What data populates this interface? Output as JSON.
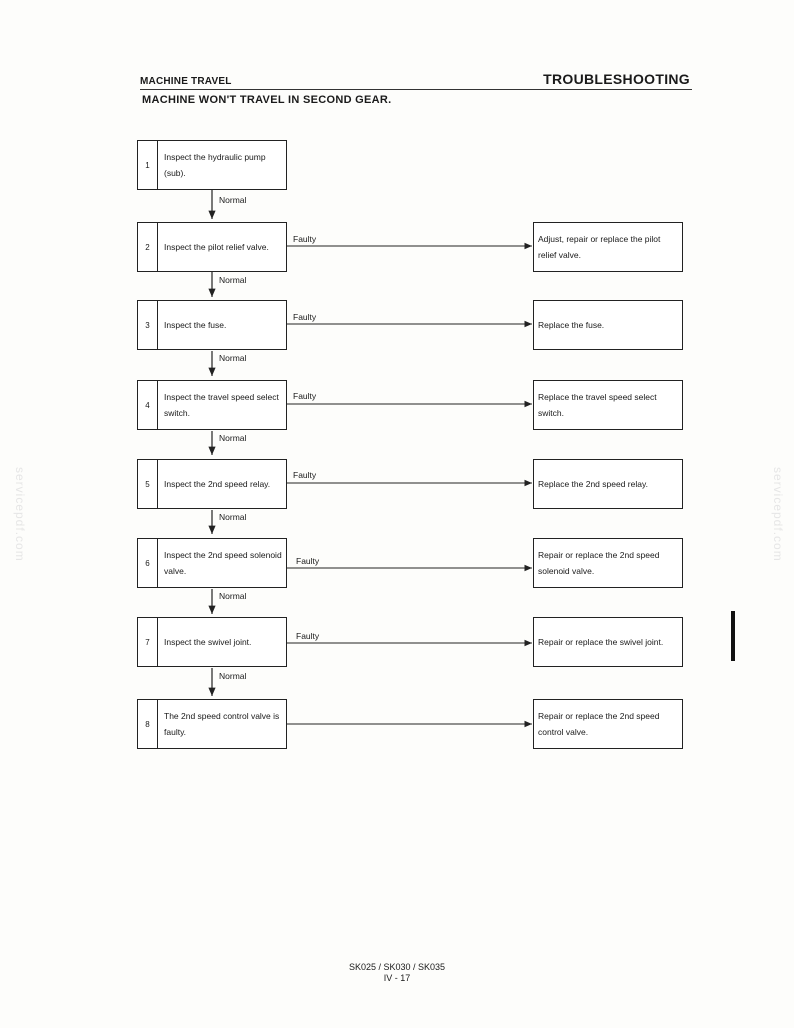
{
  "header": {
    "section": "MACHINE TRAVEL",
    "title": "TROUBLESHOOTING",
    "subtitle": "MACHINE WON'T TRAVEL IN SECOND GEAR."
  },
  "steps": [
    {
      "num": "1",
      "text": "Inspect the hydraulic pump (sub)."
    },
    {
      "num": "2",
      "text": "Inspect the pilot relief valve."
    },
    {
      "num": "3",
      "text": "Inspect the fuse."
    },
    {
      "num": "4",
      "text": "Inspect the travel speed select switch."
    },
    {
      "num": "5",
      "text": "Inspect the 2nd speed relay."
    },
    {
      "num": "6",
      "text": "Inspect the 2nd speed solenoid valve."
    },
    {
      "num": "7",
      "text": "Inspect the swivel joint."
    },
    {
      "num": "8",
      "text": "The 2nd speed control valve is faulty."
    }
  ],
  "results": [
    "Adjust, repair or replace the pilot relief valve.",
    "Replace the fuse.",
    "Replace the travel speed select switch.",
    "Replace the 2nd speed relay.",
    "Repair or replace the 2nd speed solenoid valve.",
    "Repair or replace the swivel joint.",
    "Repair or replace the 2nd speed control valve."
  ],
  "labels": {
    "normal": "Normal",
    "faulty": "Faulty"
  },
  "footer": {
    "models": "SK025 / SK030 / SK035",
    "page": "IV - 17"
  },
  "watermark": "servicepdf.com"
}
